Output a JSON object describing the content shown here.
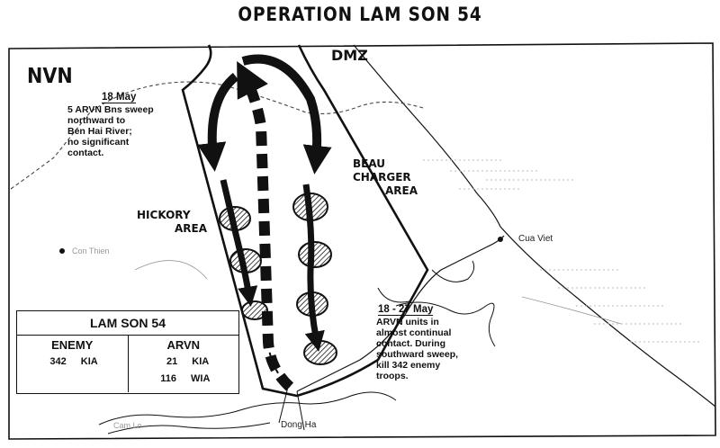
{
  "title": "OPERATION LAM SON 54",
  "labels": {
    "nvn": "NVN",
    "dmz": "DMZ",
    "beau_charger": [
      "BEAU",
      "CHARGER",
      "AREA"
    ],
    "hickory": [
      "HICKORY",
      "AREA"
    ],
    "cua_viet": "Cua Viet",
    "con_thien": "Con Thien",
    "dong_ha": "Dong Ha",
    "cam_lo": "Cam Lo"
  },
  "notes": {
    "may18": {
      "heading": "18 May",
      "lines": [
        "5 ARVN Bns sweep",
        "northward to",
        "Ben Hai River;",
        "no significant",
        "contact."
      ]
    },
    "may18_27": {
      "heading": "18 - 27 May",
      "lines": [
        "ARVN units in",
        "almost continual",
        "contact. During",
        "southward sweep,",
        "kill 342 enemy",
        "troops."
      ]
    }
  },
  "legend": {
    "title": "LAM SON 54",
    "enemy": {
      "heading": "ENEMY",
      "rows": [
        {
          "value": "342",
          "unit": "KIA"
        }
      ]
    },
    "arvn": {
      "heading": "ARVN",
      "rows": [
        {
          "value": "21",
          "unit": "KIA"
        },
        {
          "value": "116",
          "unit": "WIA"
        }
      ]
    }
  }
}
